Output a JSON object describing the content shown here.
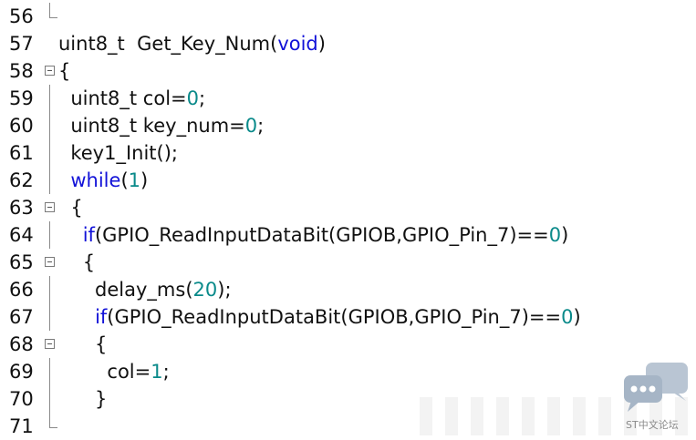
{
  "editor": {
    "lines": [
      {
        "num": "56",
        "code": []
      },
      {
        "num": "57",
        "code": [
          {
            "t": "uint8_t  Get_Key_Num(",
            "c": ""
          },
          {
            "t": "void",
            "c": "kw"
          },
          {
            "t": ")",
            "c": ""
          }
        ]
      },
      {
        "num": "58",
        "code": [
          {
            "t": "{",
            "c": ""
          }
        ]
      },
      {
        "num": "59",
        "code": [
          {
            "t": "  uint8_t col=",
            "c": ""
          },
          {
            "t": "0",
            "c": "num"
          },
          {
            "t": ";",
            "c": ""
          }
        ]
      },
      {
        "num": "60",
        "code": [
          {
            "t": "  uint8_t key_num=",
            "c": ""
          },
          {
            "t": "0",
            "c": "num"
          },
          {
            "t": ";",
            "c": ""
          }
        ]
      },
      {
        "num": "61",
        "code": [
          {
            "t": "  key1_Init();",
            "c": ""
          }
        ]
      },
      {
        "num": "62",
        "code": [
          {
            "t": "  ",
            "c": ""
          },
          {
            "t": "while",
            "c": "kw"
          },
          {
            "t": "(",
            "c": ""
          },
          {
            "t": "1",
            "c": "num"
          },
          {
            "t": ")",
            "c": ""
          }
        ]
      },
      {
        "num": "63",
        "code": [
          {
            "t": "  {",
            "c": ""
          }
        ]
      },
      {
        "num": "64",
        "code": [
          {
            "t": "    ",
            "c": ""
          },
          {
            "t": "if",
            "c": "kw"
          },
          {
            "t": "(GPIO_ReadInputDataBit(GPIOB,GPIO_Pin_7)==",
            "c": ""
          },
          {
            "t": "0",
            "c": "num"
          },
          {
            "t": ")",
            "c": ""
          }
        ]
      },
      {
        "num": "65",
        "code": [
          {
            "t": "    {",
            "c": ""
          }
        ]
      },
      {
        "num": "66",
        "code": [
          {
            "t": "      delay_ms(",
            "c": ""
          },
          {
            "t": "20",
            "c": "num"
          },
          {
            "t": ");",
            "c": ""
          }
        ]
      },
      {
        "num": "67",
        "code": [
          {
            "t": "      ",
            "c": ""
          },
          {
            "t": "if",
            "c": "kw"
          },
          {
            "t": "(GPIO_ReadInputDataBit(GPIOB,GPIO_Pin_7)==",
            "c": ""
          },
          {
            "t": "0",
            "c": "num"
          },
          {
            "t": ")",
            "c": ""
          }
        ]
      },
      {
        "num": "68",
        "code": [
          {
            "t": "      {",
            "c": ""
          }
        ]
      },
      {
        "num": "69",
        "code": [
          {
            "t": "        col=",
            "c": ""
          },
          {
            "t": "1",
            "c": "num"
          },
          {
            "t": ";",
            "c": ""
          }
        ]
      },
      {
        "num": "70",
        "code": [
          {
            "t": "      }",
            "c": ""
          }
        ]
      },
      {
        "num": "71",
        "code": []
      }
    ],
    "fold": [
      "end",
      "",
      "open",
      "line",
      "line",
      "line",
      "line",
      "open",
      "line",
      "open",
      "line",
      "line",
      "open",
      "line",
      "line",
      "end"
    ]
  },
  "watermark": {
    "text": "ST中文论坛",
    "colors": {
      "back": "#b9c5d3",
      "front": "#a6b5c6"
    }
  },
  "theme": {
    "keyword": "#1212d8",
    "number": "#0a8a8a",
    "text": "#111111"
  }
}
